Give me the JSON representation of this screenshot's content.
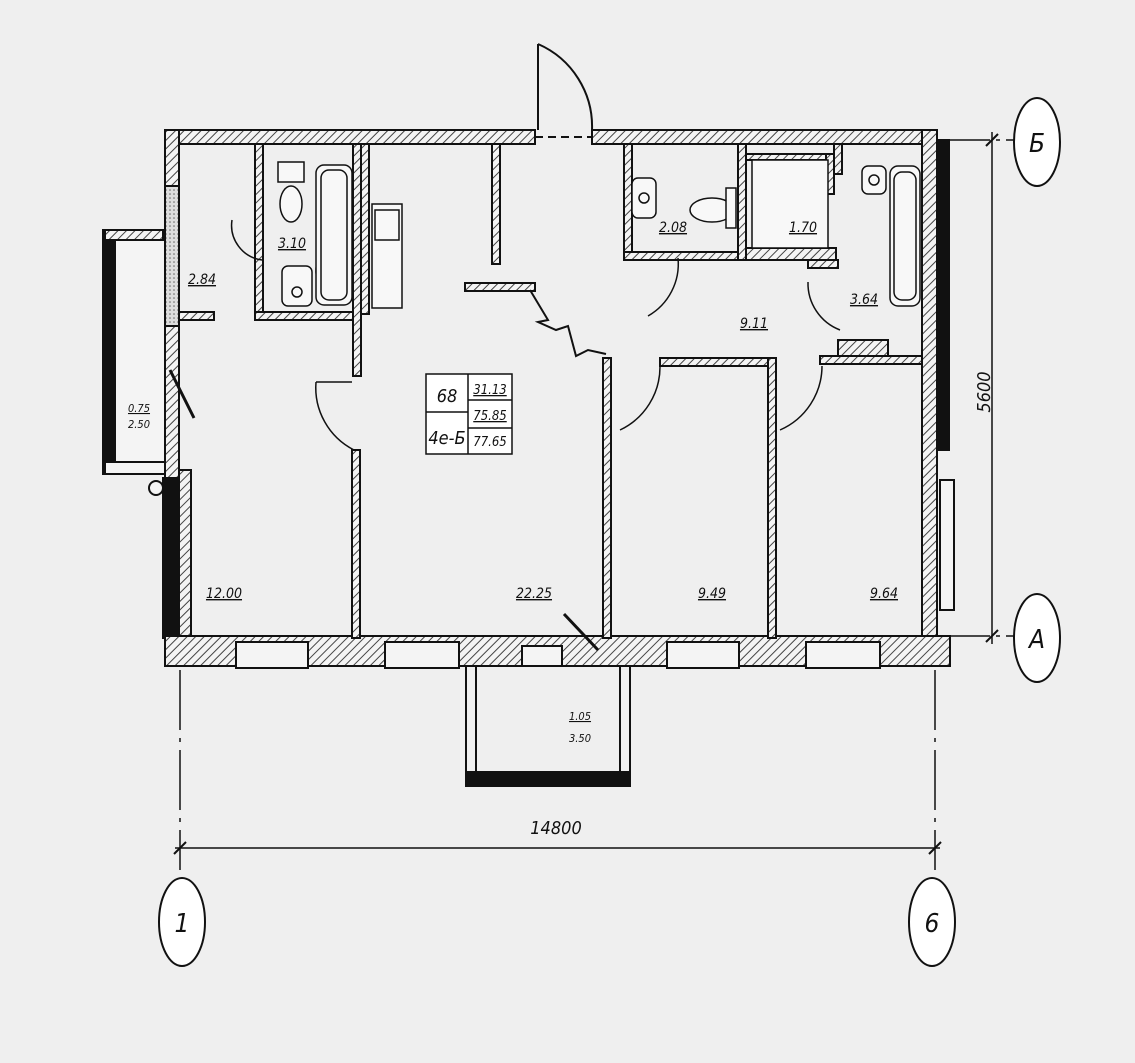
{
  "apartment": {
    "number": "68",
    "type": "4е-Б",
    "area_living": "31.13",
    "area_total": "75.85",
    "area_with_balcony": "77.65"
  },
  "rooms": [
    {
      "id": "hall-left",
      "area": "2.84"
    },
    {
      "id": "bathroom-1",
      "area": "3.10"
    },
    {
      "id": "wc",
      "area": "2.08"
    },
    {
      "id": "storage",
      "area": "1.70"
    },
    {
      "id": "bathroom-2",
      "area": "3.64"
    },
    {
      "id": "corridor",
      "area": "9.11"
    },
    {
      "id": "room-1",
      "area": "12.00"
    },
    {
      "id": "living-room",
      "area": "22.25"
    },
    {
      "id": "room-2",
      "area": "9.49"
    },
    {
      "id": "room-3",
      "area": "9.64"
    }
  ],
  "balconies": [
    {
      "id": "loggia-left",
      "coef": "0.75",
      "area": "2.50"
    },
    {
      "id": "balcony-bottom",
      "coef": "1.05",
      "area": "3.50"
    }
  ],
  "axes": {
    "top_right": "Б",
    "bottom_right": "А",
    "bottom_left": "1",
    "bottom_far_right": "6"
  },
  "dimensions": {
    "horizontal": "14800",
    "vertical": "5600"
  },
  "colors": {
    "background": "#efefef",
    "ink": "#111111",
    "hatch": "#444444"
  }
}
